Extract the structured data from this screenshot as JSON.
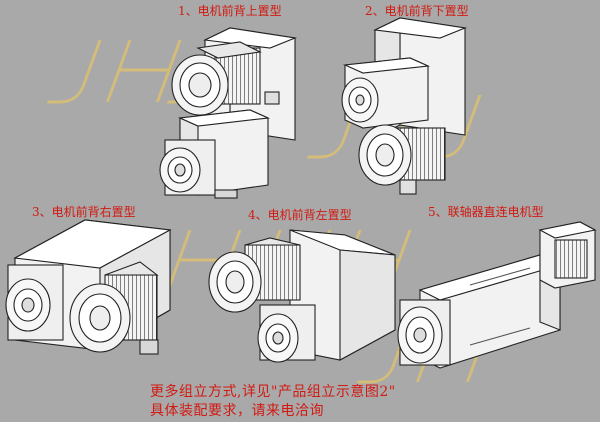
{
  "captions": {
    "c1": "1、电机前背上置型",
    "c2": "2、电机前背下置型",
    "c3": "3、电机前背右置型",
    "c4": "4、电机前背左置型",
    "c5": "5、联轴器直连电机型"
  },
  "footer": {
    "line1": "更多组立方式,详见\"产品组立示意图2\"",
    "line2": "具体装配要求，请来电洽询"
  },
  "watermark": "JHJ",
  "colors": {
    "background": "#a9a9a9",
    "caption": "#d11a12",
    "line": "#222222",
    "body": "#f2f2f2",
    "watermark": "#e3c36a"
  }
}
